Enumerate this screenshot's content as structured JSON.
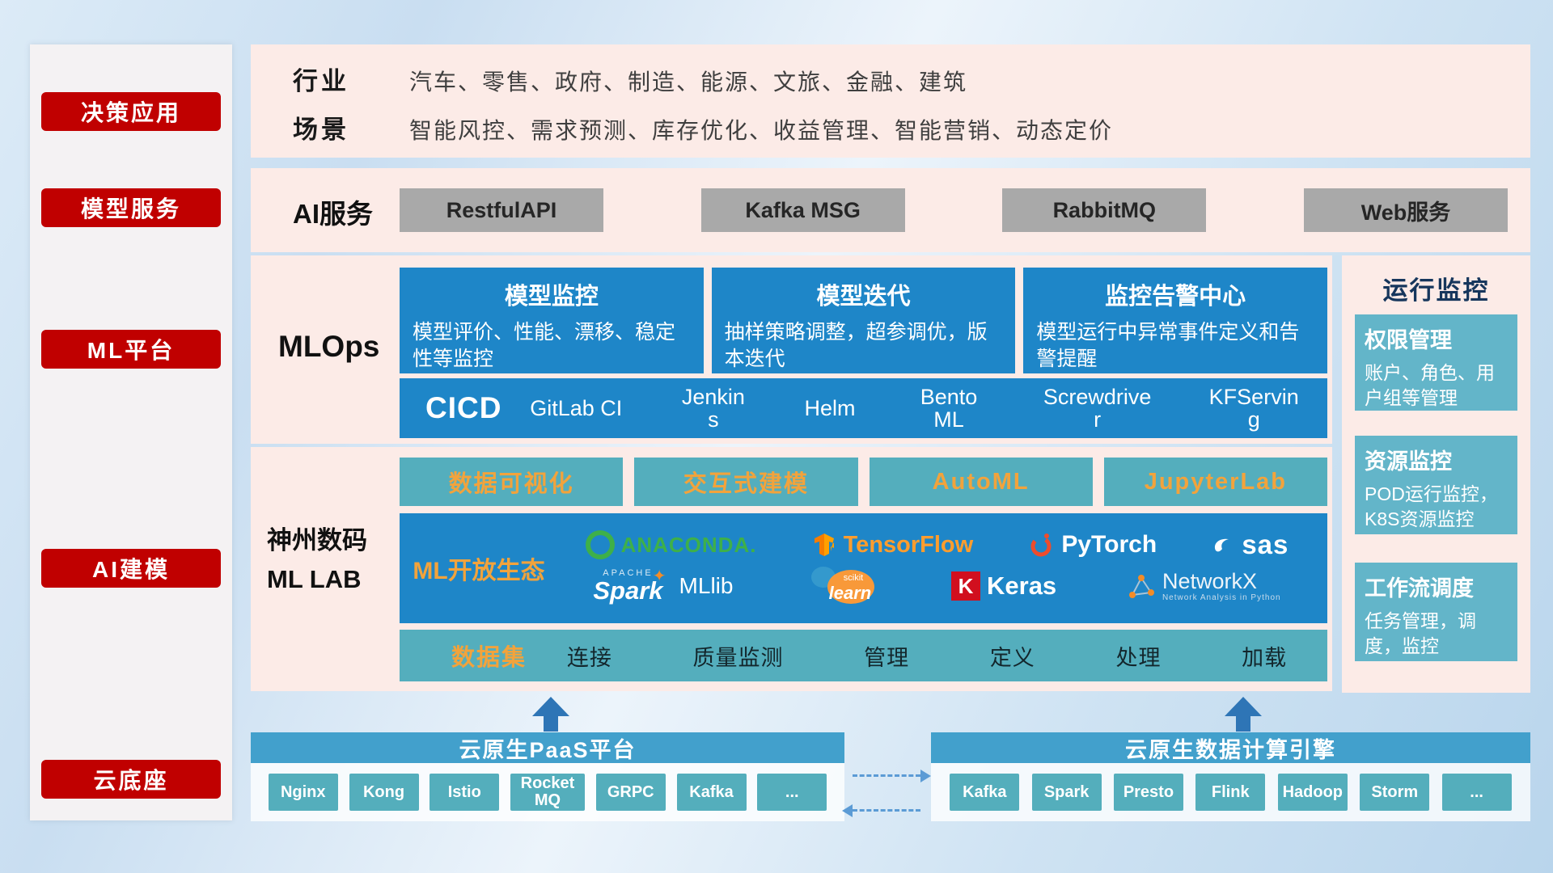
{
  "sidebar": {
    "items": [
      "决策应用",
      "模型服务",
      "ML平台",
      "AI建模",
      "云底座"
    ]
  },
  "overview": {
    "industry_label": "行业",
    "industry_value": "汽车、零售、政府、制造、能源、文旅、金融、建筑",
    "scene_label": "场景",
    "scene_value": "智能风控、需求预测、库存优化、收益管理、智能营销、动态定价"
  },
  "ai_service": {
    "label": "AI服务",
    "items": [
      "RestfulAPI",
      "Kafka MSG",
      "RabbitMQ",
      "Web服务"
    ]
  },
  "mlops": {
    "label": "MLOps",
    "cards": [
      {
        "title": "模型监控",
        "desc": "模型评价、性能、漂移、稳定性等监控"
      },
      {
        "title": "模型迭代",
        "desc": "抽样策略调整，超参调优，版本迭代"
      },
      {
        "title": "监控告警中心",
        "desc": "模型运行中异常事件定义和告警提醒"
      }
    ],
    "cicd_label": "CICD",
    "cicd_items": [
      "GitLab CI",
      "Jenkins",
      "Helm",
      "BentoML",
      "Screwdriver",
      "KFServing"
    ]
  },
  "mllab": {
    "title_line1": "神州数码",
    "title_line2": "ML LAB",
    "tools": [
      "数据可视化",
      "交互式建模",
      "AutoML",
      "JupyterLab"
    ],
    "eco_label": "ML开放生态",
    "logos": {
      "anaconda": "ANACONDA.",
      "tensorflow": "TensorFlow",
      "pytorch": "PyTorch",
      "sas": "sas",
      "spark_apache": "APACHE",
      "spark": "Spark",
      "spark_star": "✦",
      "mllib": "MLlib",
      "scikit_top": "scikit",
      "scikit_main": "learn",
      "keras_k": "K",
      "keras": "Keras",
      "networkx": "NetworkX",
      "networkx_sub": "Network Analysis in Python"
    },
    "dataset_label": "数据集",
    "dataset_items": [
      "连接",
      "质量监测",
      "管理",
      "定义",
      "处理",
      "加载"
    ]
  },
  "monitoring": {
    "title": "运行监控",
    "cards": [
      {
        "title": "权限管理",
        "desc": "账户、角色、用户组等管理"
      },
      {
        "title": "资源监控",
        "desc": "POD运行监控，K8S资源监控"
      },
      {
        "title": "工作流调度",
        "desc": "任务管理，调度，监控"
      }
    ]
  },
  "bottom": {
    "paas_title": "云原生PaaS平台",
    "paas_items": [
      "Nginx",
      "Kong",
      "Istio",
      "RocketMQ",
      "GRPC",
      "Kafka",
      "..."
    ],
    "engine_title": "云原生数据计算引擎",
    "engine_items": [
      "Kafka",
      "Spark",
      "Presto",
      "Flink",
      "Hadoop",
      "Storm",
      "..."
    ]
  },
  "colors": {
    "accent_red": "#c00000",
    "panel_pink": "#fcebe7",
    "box_blue": "#1e86c8",
    "box_teal": "#54aebd",
    "text_orange": "#f2a33c"
  }
}
